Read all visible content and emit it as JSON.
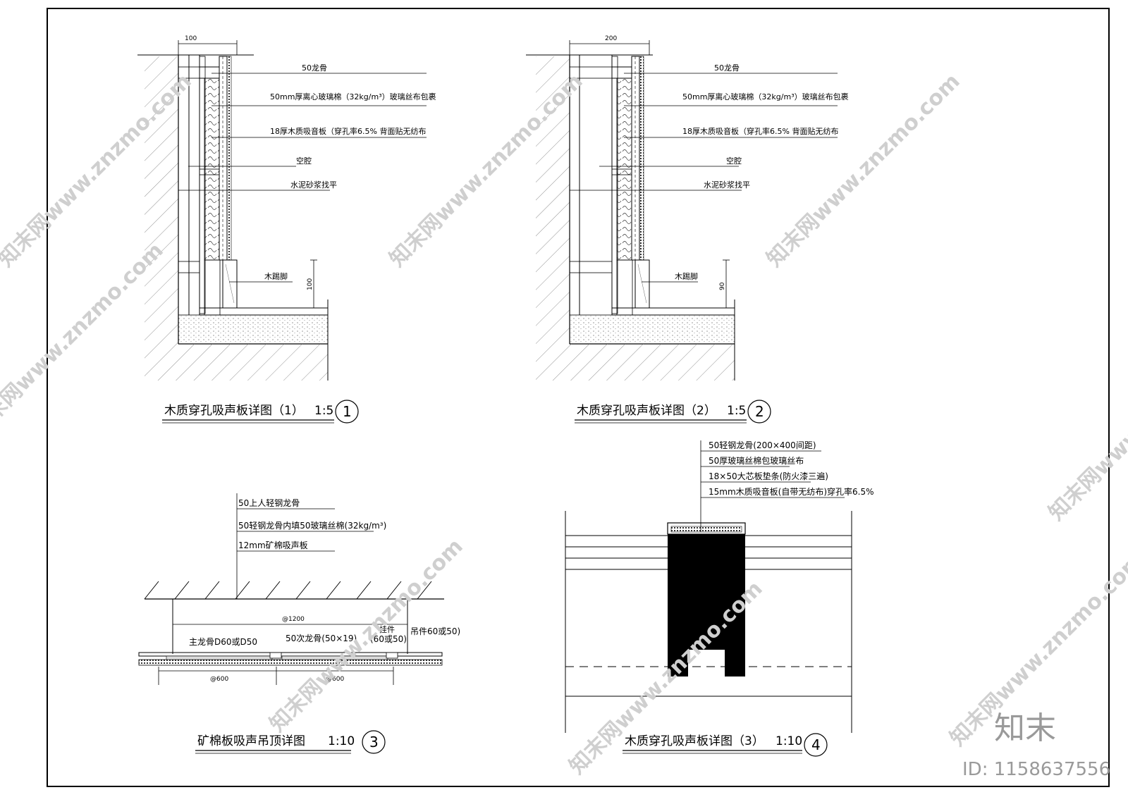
{
  "detail1": {
    "top_dim": "100",
    "labels": [
      "50龙骨",
      "50mm厚离心玻璃棉（32kg/m³）玻璃丝布包裹",
      "18厚木质吸音板（穿孔率6.5%  背面贴无纺布",
      "空腔",
      "水泥砂浆找平",
      "木踢脚"
    ],
    "side_dim": "100",
    "title": "木质穿孔吸声板详图（1）",
    "scale": "1:5",
    "number": "1"
  },
  "detail2": {
    "top_dim": "200",
    "labels": [
      "50龙骨",
      "50mm厚离心玻璃棉（32kg/m³）玻璃丝布包裹",
      "18厚木质吸音板（穿孔率6.5%  背面贴无纺布",
      "空腔",
      "水泥砂浆找平",
      "木踢脚"
    ],
    "side_dim": "90",
    "title": "木质穿孔吸声板详图（2）",
    "scale": "1:5",
    "number": "2"
  },
  "detail3": {
    "labels": [
      "50上人轻钢龙骨",
      "50轻钢龙骨内填50玻璃丝棉(32kg/m³)",
      "12mm矿棉吸声板"
    ],
    "dim_top": "@1200",
    "callouts": [
      "主龙骨D60或D50",
      "50次龙骨(50×19)",
      "挂件",
      "(60或50)",
      "吊件60或50)"
    ],
    "dim_bottom": [
      "@600",
      "@600"
    ],
    "title": "矿棉板吸声吊顶详图",
    "scale": "1:10",
    "number": "3"
  },
  "detail4": {
    "labels": [
      "50轻钢龙骨(200×400间距)",
      "50厚玻璃丝棉包玻璃丝布",
      "18×50大芯板垫条(防火漆三遍)",
      "15mm木质吸音板(自带无纺布)穿孔率6.5%"
    ],
    "title": "木质穿孔吸声板详图（3）",
    "scale": "1:10",
    "number": "4"
  },
  "watermark": {
    "text": "知末网www.znzmo.com",
    "brand": "知末",
    "id": "ID: 1158637556"
  }
}
